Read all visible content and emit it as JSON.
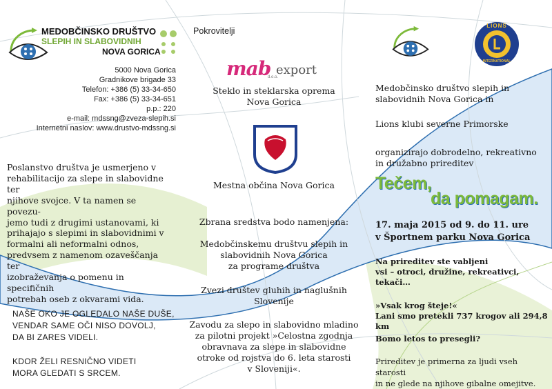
{
  "org": {
    "name_line1": "MEDOBČINSKO DRUŠTVO",
    "name_line2": "SLEPIH IN SLABOVIDNIH",
    "name_line3": "NOVA GORICA",
    "address": [
      "5000 Nova Gorica",
      "Gradnikove brigade 33"
    ],
    "phone": "Telefon: +386 (5) 33-34-650",
    "fax": "Fax: +386 (5) 33-34-651",
    "po_box": "p.p.: 220",
    "email": "e-mail: mdssng@zveza-slepih.si",
    "web": "Internetni naslov: www.drustvo-mdssng.si"
  },
  "mission_text": [
    "Poslanstvo društva je usmerjeno v",
    "rehabilitacijo za slepe in slabovidne ter",
    "njihove svojce. V ta namen se povezu-",
    "jemo tudi z drugimi ustanovami, ki",
    "prihajajo s slepimi in slabovidnimi v",
    "formalni ali neformalni odnos,",
    "predvsem z namenom ozaveščanja ter",
    "izobraževanja o pomenu in specifičnih",
    "potrebah oseb z okvarami vida."
  ],
  "quote_lines": [
    "NAŠE OKO JE OGLEDALO NAŠE DUŠE,",
    "VENDAR SAME OČI NISO DOVOLJ,",
    "DA BI ZARES VIDELI."
  ],
  "quote2_lines": [
    "KDOR ŽELI RESNIČNO VIDETI",
    "MORA GLEDATI S SRCEM."
  ],
  "sponsors": {
    "heading": "Pokrovitelji",
    "mab_logo_main": "mab",
    "mab_logo_suffix": "export",
    "mab_logo_small": "d.o.o.",
    "mab_desc": [
      "Steklo in steklarska oprema",
      "Nova Gorica"
    ],
    "municipality": "Mestna občina Nova Gorica"
  },
  "funds": {
    "intro": "Zbrana sredstva bodo namenjena:",
    "item1": [
      "Medobčinskemu društvu slepih in",
      "slabovidnih Nova Gorica",
      "za programe društva"
    ],
    "item2": [
      "Zvezi društev gluhih in naglušnih",
      "Slovenije"
    ],
    "item3": [
      "Zavodu za slepo in slabovidno mladino",
      "za pilotni projekt »Celostna zgodnja",
      "obravnava za slepe in slabovidne",
      "otroke od rojstva do 6. leta starosti",
      "v Sloveniji«."
    ]
  },
  "event": {
    "lions_label": "LIONS",
    "lions_sub": "INTERNATIONAL",
    "org_line1": "Medobčinsko društvo slepih in",
    "org_line2": "slabovidnih Nova Gorica in",
    "org_line3": "Lions klubi severne Primorske",
    "org_line4": "organizirajo dobrodelno, rekreativno",
    "org_line5": "in družabno prireditev",
    "title_part1": "Tečem,",
    "title_part2": "da pomagam.",
    "date_line1": "17. maja 2015 od 9. do 11. ure",
    "date_line2": "v Športnem parku Nova Gorica",
    "invite_line1": "Na prireditev ste vabljeni",
    "invite_line2": "vsi – otroci, družine, rekreativci, tekači…",
    "slogan": "»Vsak krog šteje!«",
    "stats": "Lani smo pretekli 737 krogov ali 294,8 km",
    "challenge": "Bomo letos to presegli?",
    "suitable_line1": "Prireditev je primerna za ljudi vseh starosti",
    "suitable_line2": "in ne glede na njihove gibalne omejitve."
  },
  "colors": {
    "green": "#7dba3a",
    "blue": "#2e6fb0",
    "light_blue": "#d8e8f6",
    "light_green": "#e6f0d2",
    "lions_blue": "#1f3f8f",
    "lions_gold": "#f2c12e",
    "mab_pink": "#d6297a"
  }
}
